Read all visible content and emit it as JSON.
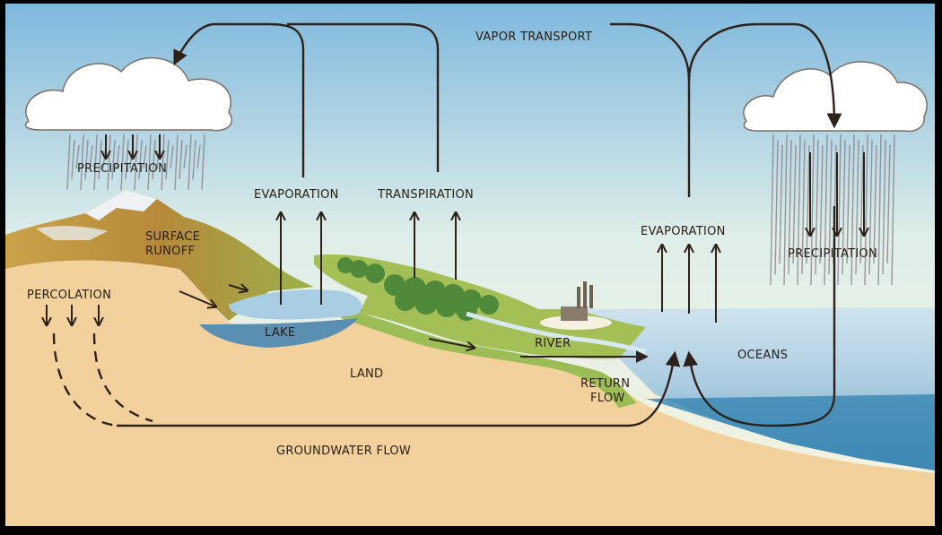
{
  "labels": {
    "vapor_transport": "VAPOR TRANSPORT",
    "precipitation_left": "PRECIPITATION",
    "precipitation_right": "PRECIPITATION",
    "evaporation_lake": "EVAPORATION",
    "transpiration": "TRANSPIRATION",
    "evaporation_ocean": "EVAPORATION",
    "surface_runoff_1": "SURFACE",
    "surface_runoff_2": "RUNOFF",
    "percolation": "PERCOLATION",
    "lake": "LAKE",
    "land": "LAND",
    "river": "RIVER",
    "return_flow_1": "RETURN",
    "return_flow_2": "FLOW",
    "oceans": "OCEANS",
    "groundwater_flow": "GROUNDWATER FLOW"
  },
  "colors": {
    "sky_top": "#7fb8dd",
    "sky_bottom": "#f6f4dc",
    "soil": "#f0cf98",
    "water": "#6b9ab8",
    "vegetation": "#8cb04a",
    "arrow": "#2e211a"
  }
}
